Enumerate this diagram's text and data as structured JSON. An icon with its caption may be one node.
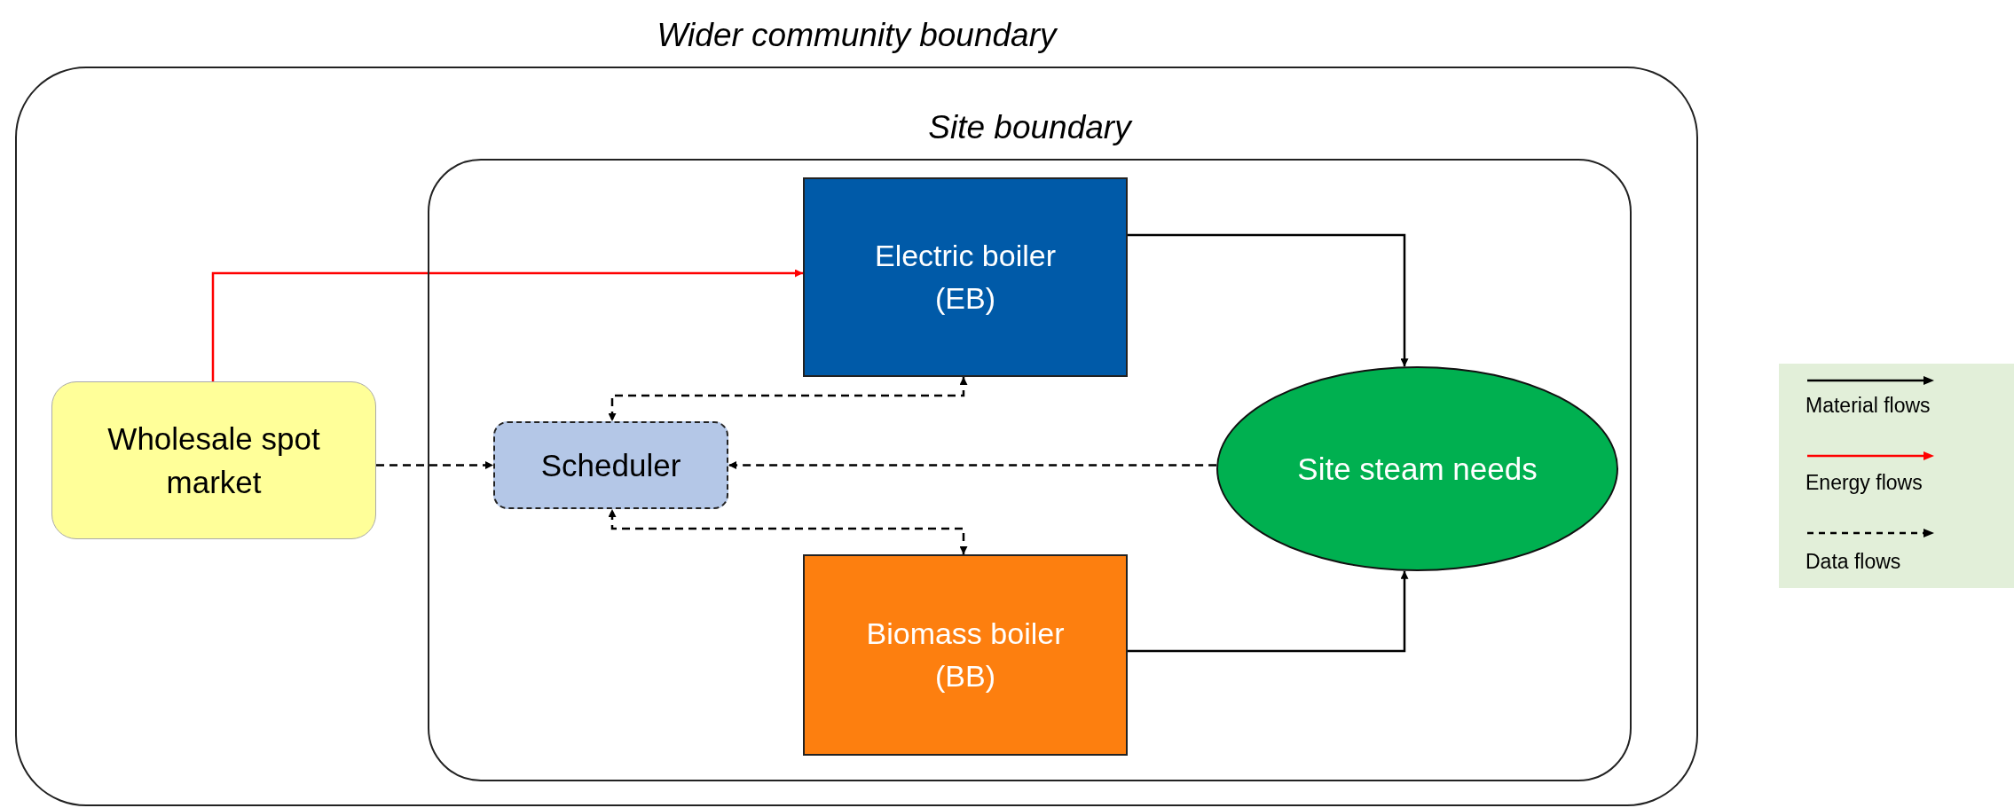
{
  "diagram": {
    "nodes": [
      {
        "text": [
          "Wider community boundary"
        ]
      },
      {
        "text": [
          "Site boundary"
        ],
        "in": 0
      },
      {
        "text": [
          "Electric boiler (EB)"
        ],
        "in": 1
      },
      {
        "text": [
          "Wholesale spot market"
        ],
        "in": 0
      },
      {
        "text": [
          "Scheduler"
        ],
        "in": 1
      },
      {
        "text": [
          "Site steam needs"
        ],
        "in": 1
      },
      {
        "text": [
          "Biomass boiler (BB)"
        ],
        "in": 1
      }
    ],
    "edges": [
      {
        "from": 3,
        "to": 2,
        "arrow": "to",
        "color": "#ff0000"
      },
      {
        "from": 3,
        "to": 4,
        "arrow": "to",
        "style": "dashed"
      },
      {
        "from": 2,
        "to": 4,
        "arrow": "both",
        "style": "dashed"
      },
      {
        "from": 6,
        "to": 4,
        "arrow": "both",
        "style": "dashed"
      },
      {
        "from": 5,
        "to": 4,
        "arrow": "to",
        "style": "dashed"
      },
      {
        "from": 2,
        "to": 5,
        "arrow": "to"
      },
      {
        "from": 6,
        "to": 5,
        "arrow": "to"
      }
    ],
    "legend": [
      {
        "text": "Material flows"
      },
      {
        "text": "Energy flows"
      },
      {
        "text": "Data flows"
      }
    ]
  }
}
